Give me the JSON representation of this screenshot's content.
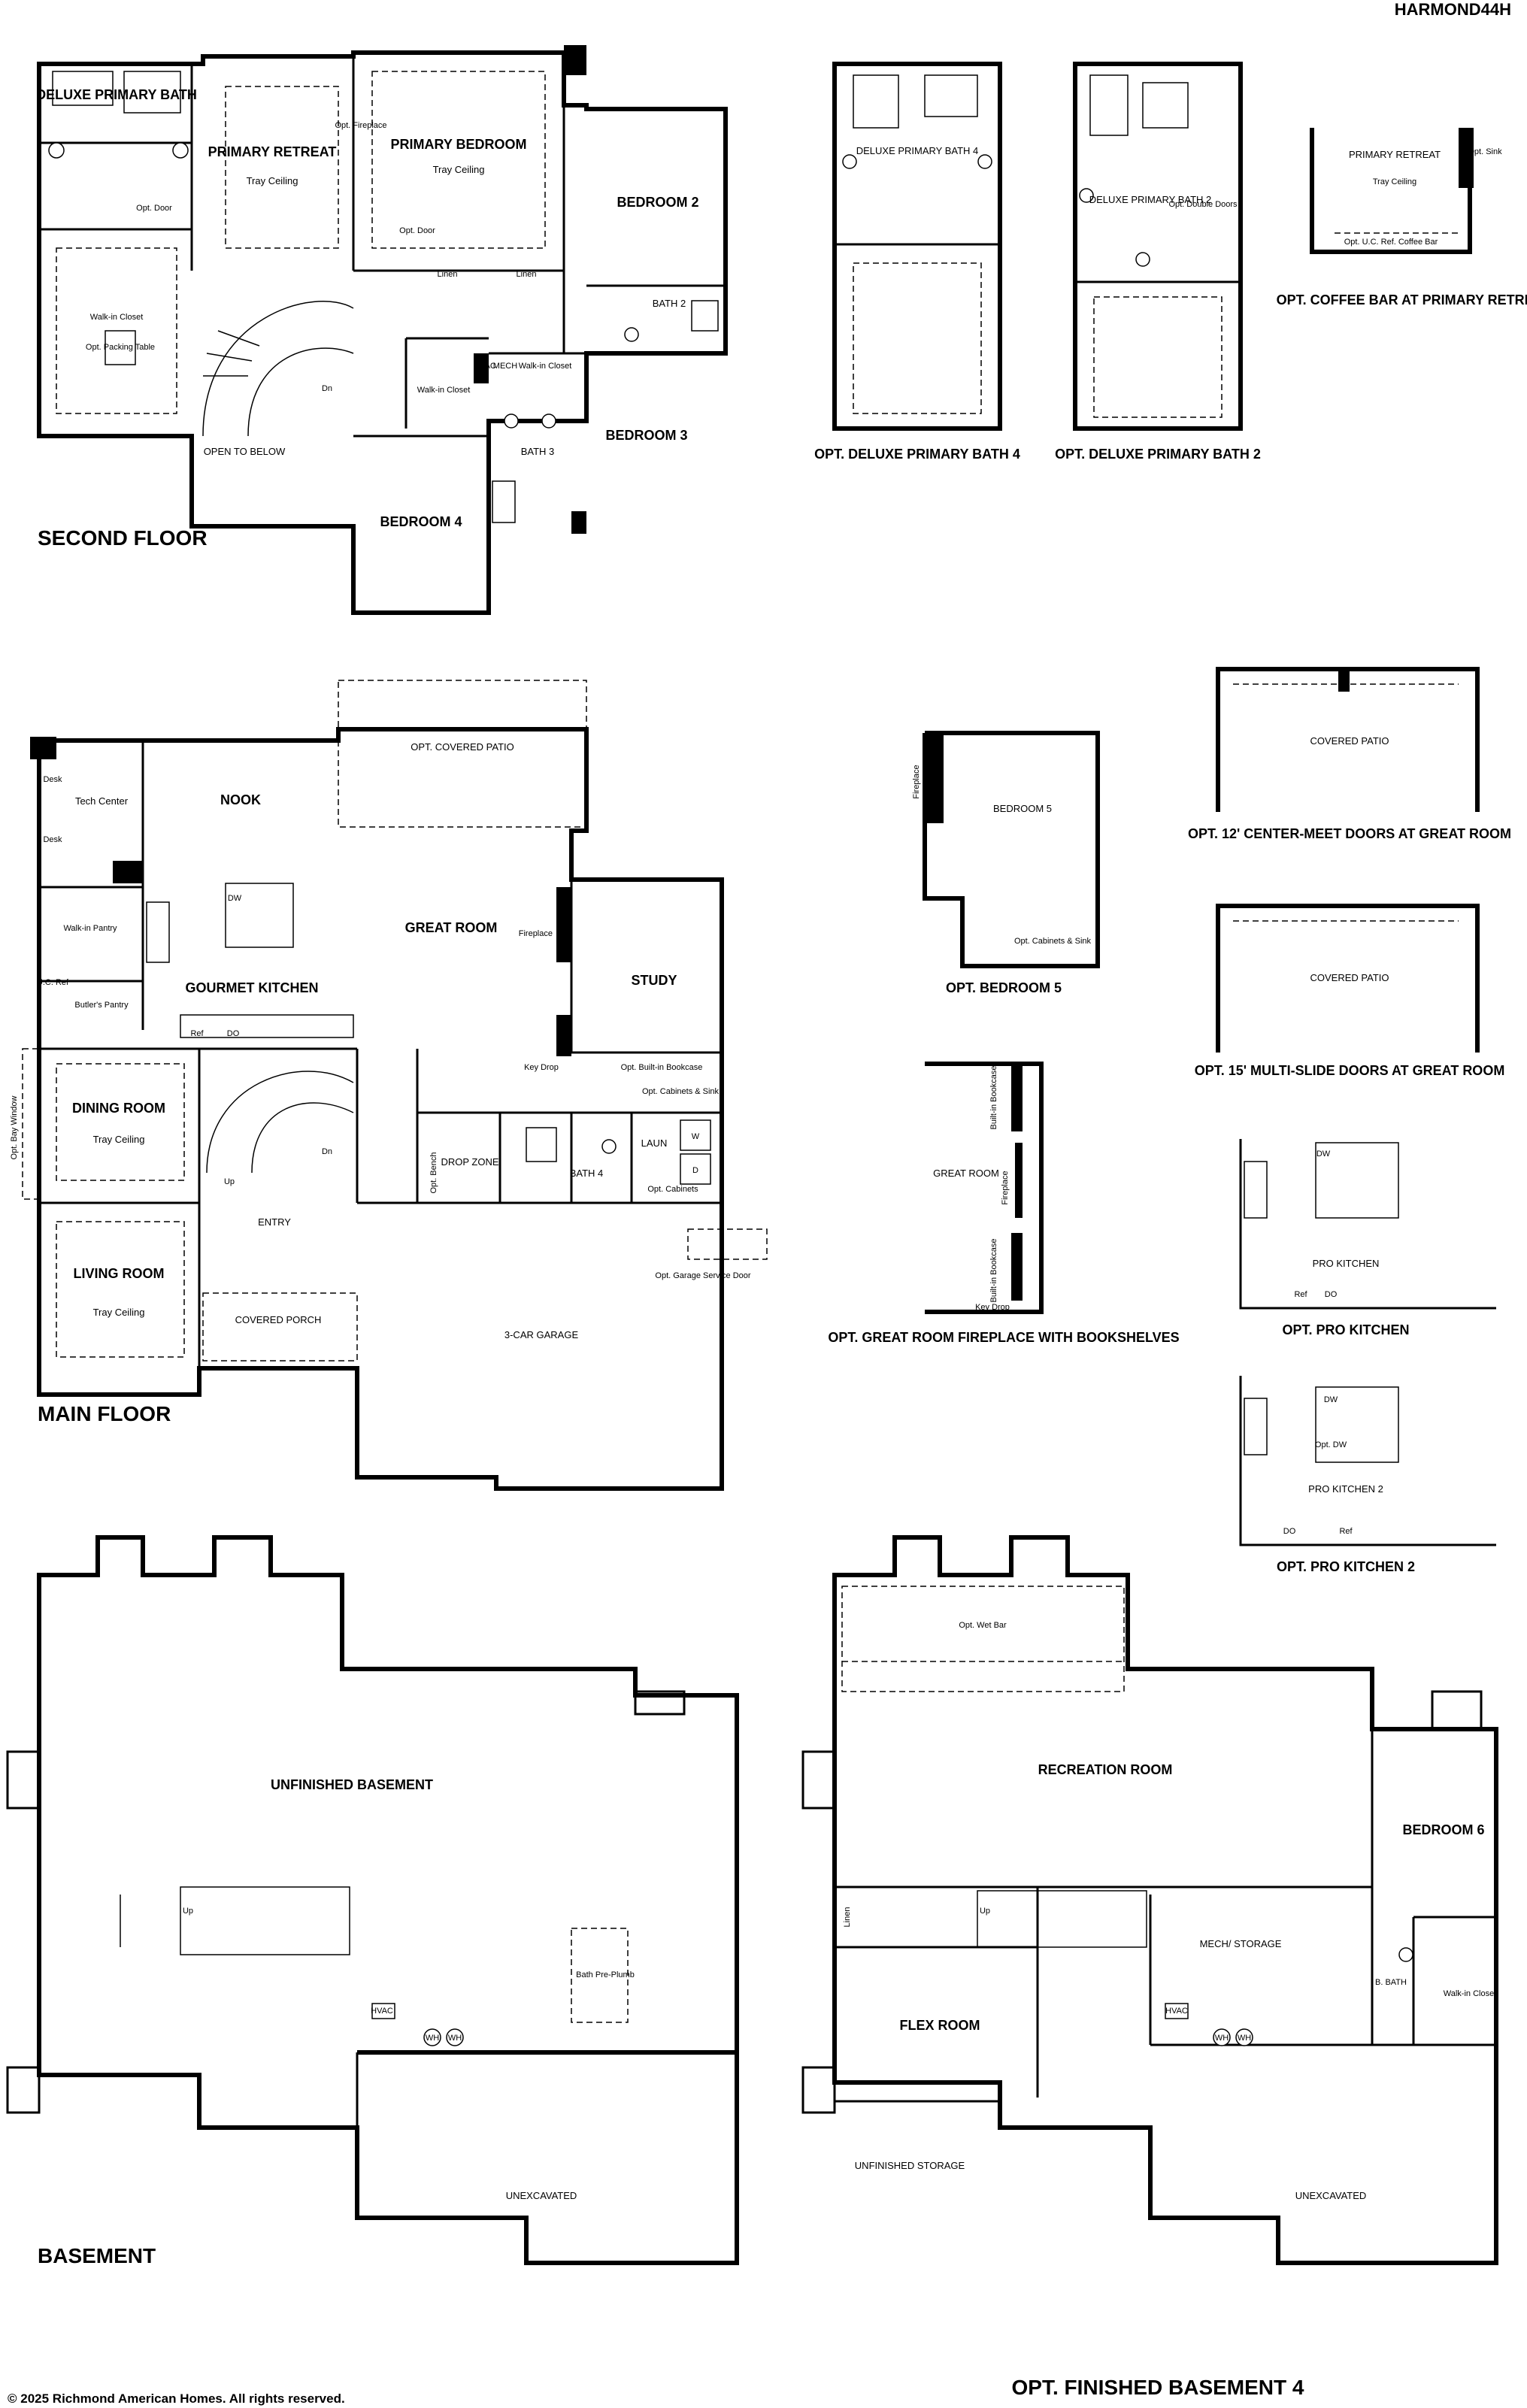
{
  "plan_code": "HARMOND44H",
  "copyright": "© 2025 Richmond American Homes. All rights reserved.",
  "second_floor": {
    "title": "SECOND FLOOR",
    "rooms": {
      "deluxe_primary_bath": "DELUXE PRIMARY BATH",
      "primary_retreat": "PRIMARY RETREAT",
      "primary_retreat_sub": "Tray Ceiling",
      "primary_bedroom": "PRIMARY BEDROOM",
      "primary_bedroom_sub": "Tray Ceiling",
      "bedroom2": "BEDROOM 2",
      "bath2": "BATH 2",
      "bedroom3": "BEDROOM 3",
      "bath3": "BATH 3",
      "bedroom4": "BEDROOM 4",
      "open_to_below": "OPEN TO BELOW",
      "walkin_closet": "Walk-in Closet",
      "packing_table": "Opt. Packing Table",
      "linen": "Linen",
      "opt_door": "Opt. Door",
      "opt_fireplace": "Opt. Fireplace",
      "mech": "MECH",
      "hvac": "HVAC",
      "dn": "Dn"
    }
  },
  "options_upper": {
    "deluxe4": "OPT. DELUXE PRIMARY BATH 4",
    "deluxe4_room": "DELUXE PRIMARY BATH 4",
    "deluxe2": "OPT. DELUXE PRIMARY BATH 2",
    "deluxe2_room": "DELUXE PRIMARY BATH 2",
    "double_doors": "Opt. Double Doors",
    "coffee_bar": "OPT. COFFEE BAR AT PRIMARY RETREAT",
    "coffee_bar_room": "PRIMARY RETREAT",
    "coffee_bar_sub": "Tray Ceiling",
    "coffee_bar_label": "Opt. U.C. Ref. Coffee Bar",
    "opt_sink": "Opt. Sink"
  },
  "main_floor": {
    "title": "MAIN FLOOR",
    "rooms": {
      "nook": "NOOK",
      "covered_patio": "OPT. COVERED PATIO",
      "tech_center": "Tech Center",
      "desk": "Desk",
      "walkin_pantry": "Walk-in Pantry",
      "butlers_pantry": "Butler's Pantry",
      "uc_ref": "U.C. Ref",
      "gourmet_kitchen": "GOURMET KITCHEN",
      "great_room": "GREAT ROOM",
      "fireplace": "Fireplace",
      "study": "STUDY",
      "dining_room": "DINING ROOM",
      "dining_sub": "Tray Ceiling",
      "bay_window": "Opt. Bay Window",
      "living_room": "LIVING ROOM",
      "living_sub": "Tray Ceiling",
      "entry": "ENTRY",
      "covered_porch": "COVERED PORCH",
      "drop_zone": "DROP ZONE",
      "opt_bench": "Opt. Bench",
      "bath4": "BATH 4",
      "laun": "LAUN",
      "cabinets_sink": "Opt. Cabinets & Sink",
      "opt_cabinets": "Opt. Cabinets",
      "builtin_bookcase": "Opt. Built-in Bookcase",
      "key_drop": "Key Drop",
      "garage": "3-CAR GARAGE",
      "garage_door": "Opt. Garage Service Door",
      "ref": "Ref",
      "do": "DO",
      "dw": "DW",
      "up": "Up",
      "dn": "Dn",
      "w": "W",
      "d": "D"
    }
  },
  "options_middle": {
    "bedroom5": "OPT. BEDROOM 5",
    "bedroom5_room": "BEDROOM 5",
    "bedroom5_cab": "Opt. Cabinets & Sink",
    "bedroom5_fp": "Fireplace",
    "center_meet": "OPT. 12' CENTER-MEET DOORS AT GREAT ROOM",
    "multi_slide": "OPT. 15' MULTI-SLIDE DOORS AT GREAT ROOM",
    "covered_patio": "COVERED PATIO",
    "gr_fireplace": "OPT. GREAT ROOM FIREPLACE WITH BOOKSHELVES",
    "gr_room": "GREAT ROOM",
    "builtin_bookcase": "Built-in Bookcase",
    "fireplace": "Fireplace",
    "key_drop": "Key Drop",
    "pro_kitchen": "OPT. PRO KITCHEN",
    "pro_kitchen_room": "PRO KITCHEN",
    "pro_kitchen2": "OPT. PRO KITCHEN 2",
    "pro_kitchen2_room": "PRO KITCHEN 2",
    "opt_dw": "Opt. DW",
    "dw": "DW",
    "ref": "Ref",
    "do": "DO"
  },
  "basement": {
    "title": "BASEMENT",
    "unfinished": "UNFINISHED BASEMENT",
    "unexcavated": "UNEXCAVATED",
    "bath_preplumb": "Bath Pre-Plumb",
    "hvac": "HVAC",
    "wh": "WH",
    "up": "Up"
  },
  "finished_basement": {
    "title": "OPT. FINISHED BASEMENT 4",
    "wet_bar": "Opt. Wet Bar",
    "recreation": "RECREATION ROOM",
    "bedroom6": "BEDROOM 6",
    "mech_storage": "MECH/ STORAGE",
    "flex": "FLEX ROOM",
    "unfinished_storage": "UNFINISHED STORAGE",
    "unexcavated": "UNEXCAVATED",
    "b_bath": "B. BATH",
    "walkin_closet": "Walk-in Closet",
    "linen": "Linen",
    "hvac": "HVAC",
    "wh": "WH",
    "up": "Up"
  }
}
